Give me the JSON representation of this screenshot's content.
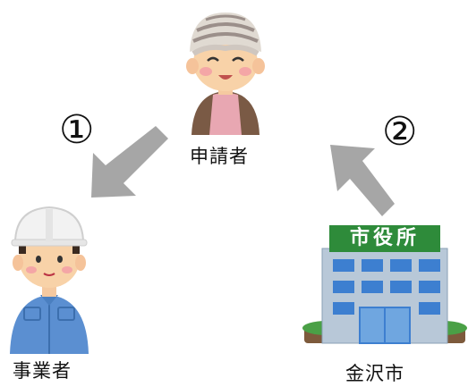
{
  "nodes": {
    "applicant": {
      "label": "申請者",
      "icon": "elderly-woman-icon"
    },
    "business": {
      "label": "事業者",
      "icon": "worker-helmet-icon"
    },
    "city": {
      "label": "金沢市",
      "icon": "city-hall-building-icon",
      "sign": "市役所"
    }
  },
  "flows": [
    {
      "number": "①",
      "from": "applicant",
      "to": "business"
    },
    {
      "number": "②",
      "from": "city",
      "to": "applicant"
    }
  ],
  "colors": {
    "arrow": "#a6a6a6",
    "sign_bg": "#2e8b3a",
    "building": "#b8c8d8",
    "window": "#3d7fd0"
  }
}
